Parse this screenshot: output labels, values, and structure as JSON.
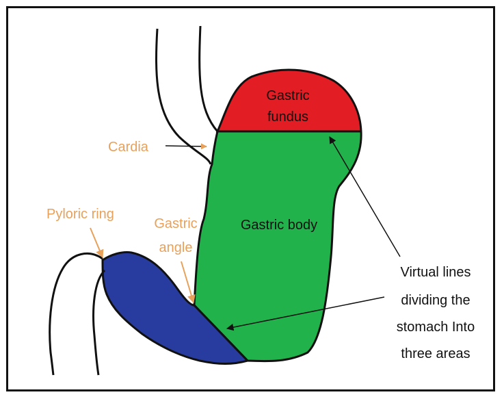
{
  "labels": {
    "fundus": [
      "Gastric",
      "fundus"
    ],
    "body": "Gastric body",
    "cardia": "Cardia",
    "pyloric_ring": "Pyloric ring",
    "angle": [
      "Gastric",
      "angle"
    ],
    "virtual_lines": [
      "Virtual lines",
      "dividing the",
      "stomach Into",
      "three areas"
    ]
  },
  "colors": {
    "fundus": "#e31d24",
    "body": "#22b24c",
    "antrum": "#283c9f",
    "outline": "#111111",
    "orange_label": "#e8a15a",
    "text": "#111111"
  }
}
